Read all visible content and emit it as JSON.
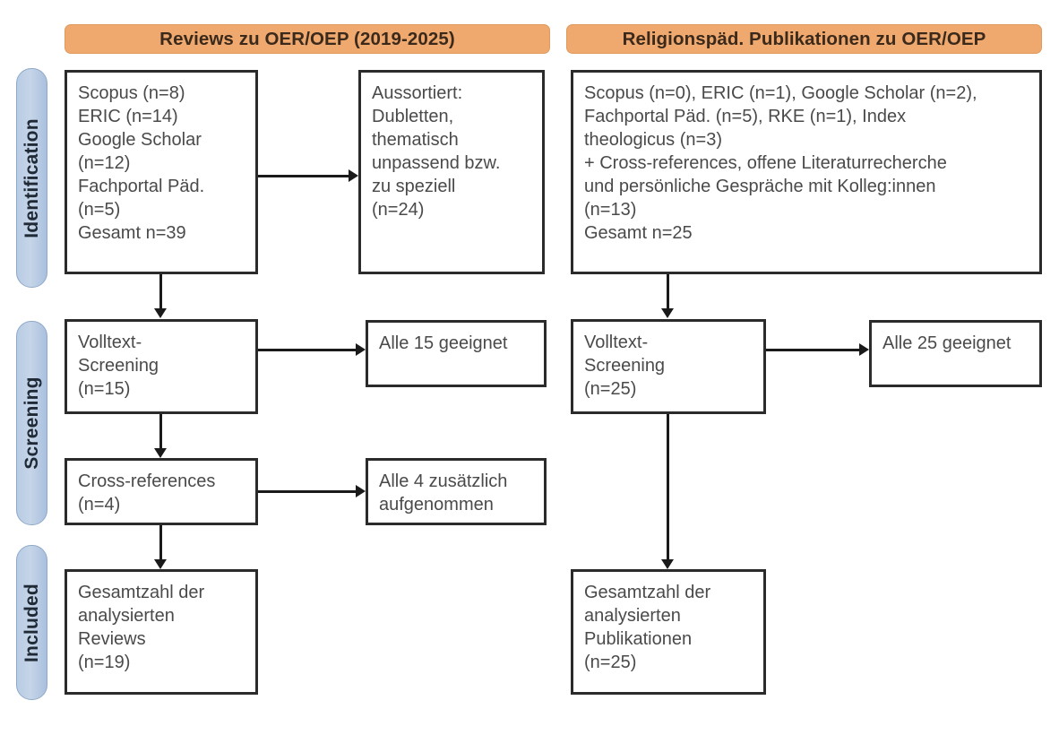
{
  "stages": [
    {
      "label": "Identification"
    },
    {
      "label": "Screening"
    },
    {
      "label": "Included"
    }
  ],
  "columns": [
    {
      "header": "Reviews zu OER/OEP (2019-2025)"
    },
    {
      "header": "Religionspäd. Publikationen zu OER/OEP"
    }
  ],
  "boxes": {
    "left_identification_sources": {
      "lines": [
        "Scopus (n=8)",
        "ERIC (n=14)",
        "Google Scholar",
        "(n=12)",
        "Fachportal Päd.",
        "(n=5)",
        "Gesamt n=39"
      ]
    },
    "left_identification_excluded": {
      "lines": [
        "Aussortiert:",
        "Dubletten,",
        "thematisch",
        "unpassend bzw.",
        "zu speziell",
        "(n=24)"
      ]
    },
    "left_screening_fulltext": {
      "lines": [
        "Volltext-",
        "Screening",
        "(n=15)"
      ]
    },
    "left_screening_suitable": {
      "lines": [
        "Alle 15 geeignet"
      ]
    },
    "left_crossrefs": {
      "lines": [
        "Cross-references",
        "(n=4)"
      ]
    },
    "left_crossrefs_added": {
      "lines": [
        "Alle 4 zusätzlich",
        "aufgenommen"
      ]
    },
    "left_included_total": {
      "lines": [
        "Gesamtzahl der",
        "analysierten",
        "Reviews",
        "(n=19)"
      ]
    },
    "right_identification_sources": {
      "lines": [
        "Scopus (n=0), ERIC (n=1), Google Scholar (n=2),",
        "Fachportal Päd. (n=5), RKE (n=1), Index",
        "theologicus (n=3)",
        "+ Cross-references, offene Literaturrecherche",
        "und persönliche Gespräche mit Kolleg:innen",
        "(n=13)",
        "Gesamt n=25"
      ]
    },
    "right_screening_fulltext": {
      "lines": [
        "Volltext-",
        "Screening",
        "(n=25)"
      ]
    },
    "right_screening_suitable": {
      "lines": [
        "Alle 25 geeignet"
      ]
    },
    "right_included_total": {
      "lines": [
        "Gesamtzahl der",
        "analysierten",
        "Publikationen",
        "(n=25)"
      ]
    }
  },
  "colors": {
    "header_banner": "#efa96e",
    "stage_pill": "#b8cce4",
    "box_border": "#2b2b2b",
    "connector": "#1a1a1a",
    "text": "#4a4a4a"
  }
}
